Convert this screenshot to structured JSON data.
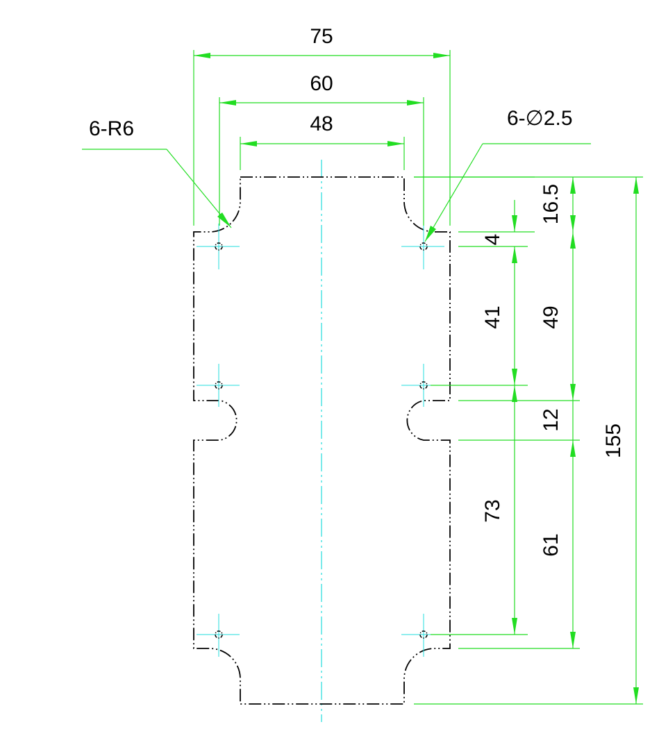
{
  "labels": {
    "dim_width_75": "75",
    "dim_width_60": "60",
    "dim_width_48": "48",
    "note_radius": "6-R6",
    "note_hole": "6-∅2.5",
    "dim_16_5": "16.5",
    "dim_4": "4",
    "dim_41": "41",
    "dim_49": "49",
    "dim_12": "12",
    "dim_155": "155",
    "dim_73": "73",
    "dim_61": "61"
  },
  "colors": {
    "outline": "#000000",
    "centerline": "#22dddd",
    "dimension": "#22dd22",
    "text": "#000000"
  }
}
